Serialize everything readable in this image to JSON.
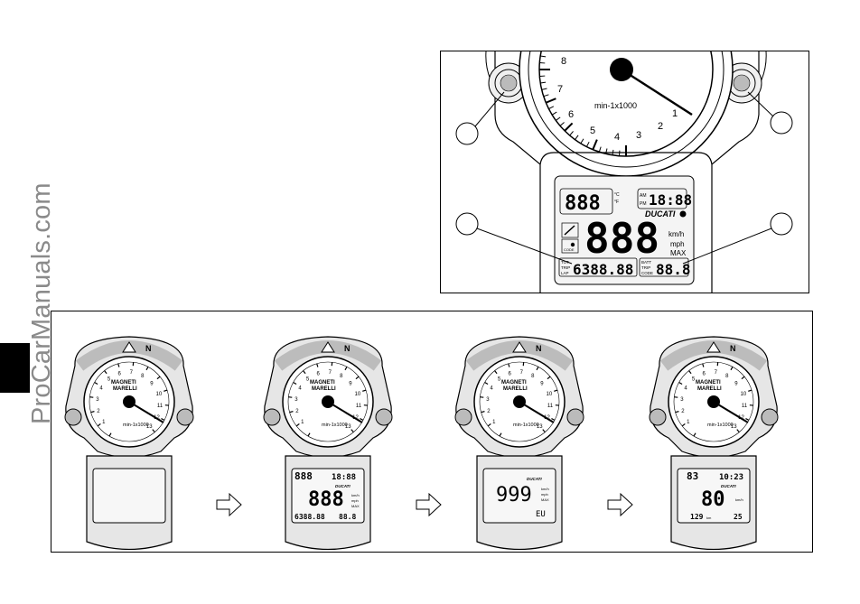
{
  "watermark": "ProCarManuals.com",
  "top_figure": {
    "tacho_unit": "min-1x1000",
    "tacho_numbers": [
      "1",
      "2",
      "3",
      "4",
      "5",
      "6",
      "7",
      "8"
    ],
    "lcd": {
      "temp": "888",
      "temp_units": [
        "°C",
        "°F"
      ],
      "am": "AM",
      "pm": "PM",
      "clock": "18:88",
      "brand": "DUCATI",
      "speed": "888",
      "units": [
        "km/h",
        "mph",
        "MAX"
      ],
      "code_label": "CODE",
      "odo_labels": [
        "TOT",
        "TRIP",
        "LAP"
      ],
      "odo": "6388.88",
      "batt_labels": [
        "BATT",
        "TRIP",
        "CODE"
      ],
      "batt": "88.8"
    }
  },
  "sequence": {
    "brand_logo": [
      "MAGNETI",
      "MARELLI"
    ],
    "dial_numbers": [
      "1",
      "2",
      "3",
      "4",
      "5",
      "6",
      "7",
      "8",
      "9",
      "10",
      "11",
      "12",
      "13"
    ],
    "tacho_unit": "min-1x1000",
    "indicator_n": "N",
    "panels": [
      {
        "state": "blank"
      },
      {
        "state": "test",
        "temp": "888",
        "clock": "18:88",
        "brand": "DUCATI",
        "speed": "888",
        "units": [
          "km/h",
          "mph",
          "MAX"
        ],
        "odo": "6388.88",
        "batt": "88.8"
      },
      {
        "state": "speed",
        "brand": "DUCATI",
        "speed": "999",
        "units": [
          "km/h",
          "mph",
          "MAX"
        ],
        "bottom": "EU"
      },
      {
        "state": "normal",
        "temp": "83",
        "clock": "10:23",
        "brand": "DUCATI",
        "speed": "80",
        "units": [
          "km/h"
        ],
        "odo": "129",
        "odo_unit": "km",
        "bottom_right": "25"
      }
    ]
  }
}
